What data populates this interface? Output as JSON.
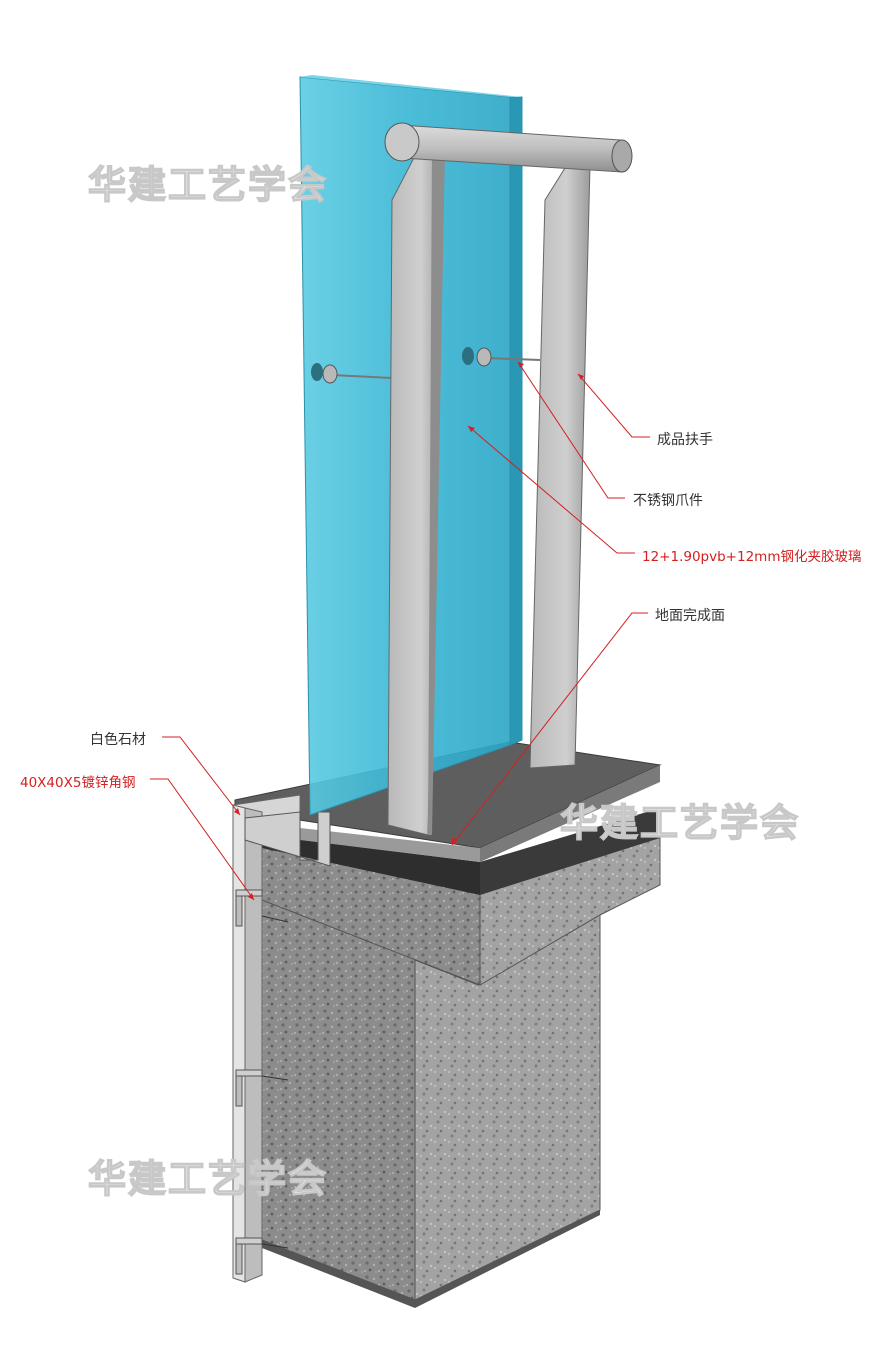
{
  "labels": {
    "handrail": "成品扶手",
    "spider_fitting": "不锈钢爪件",
    "glass": "12+1.90pvb+12mm钢化夹胶玻璃",
    "floor_finish": "地面完成面",
    "white_stone": "白色石材",
    "angle_steel": "40X40X5镀锌角钢"
  },
  "watermark": "华建工艺学会",
  "colors": {
    "annotation": "#d42020",
    "glass": "#3bbdd8",
    "steel": "#bdbdbd",
    "concrete": "#8f8f8f",
    "slab_top": "#5a5a5a",
    "screed": "#2f2f2f"
  }
}
